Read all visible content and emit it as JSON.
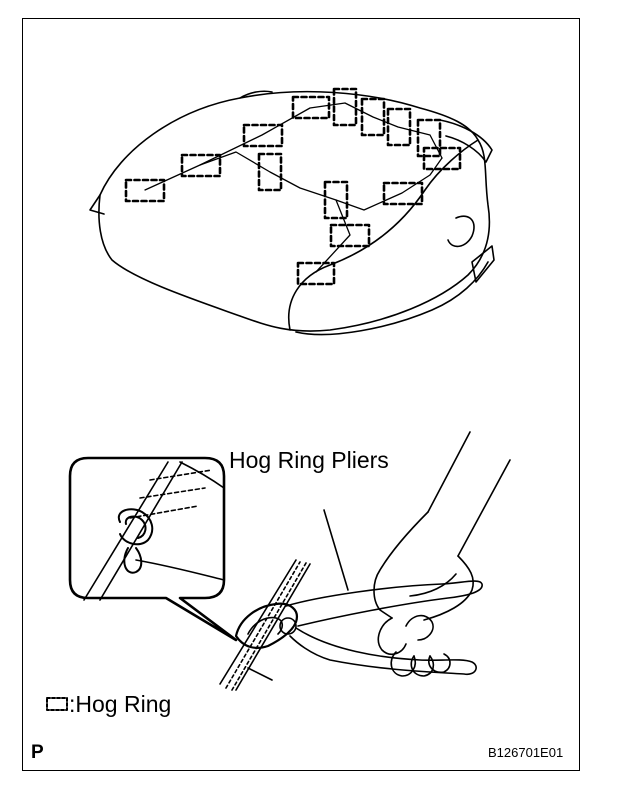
{
  "labels": {
    "tool": "Hog Ring Pliers",
    "legend_text": "Hog Ring",
    "legend_separator": ":",
    "view_code": "P",
    "figure_id": "B126701E01"
  },
  "icons": {
    "legend_symbol": "dashed-rectangle-icon"
  }
}
